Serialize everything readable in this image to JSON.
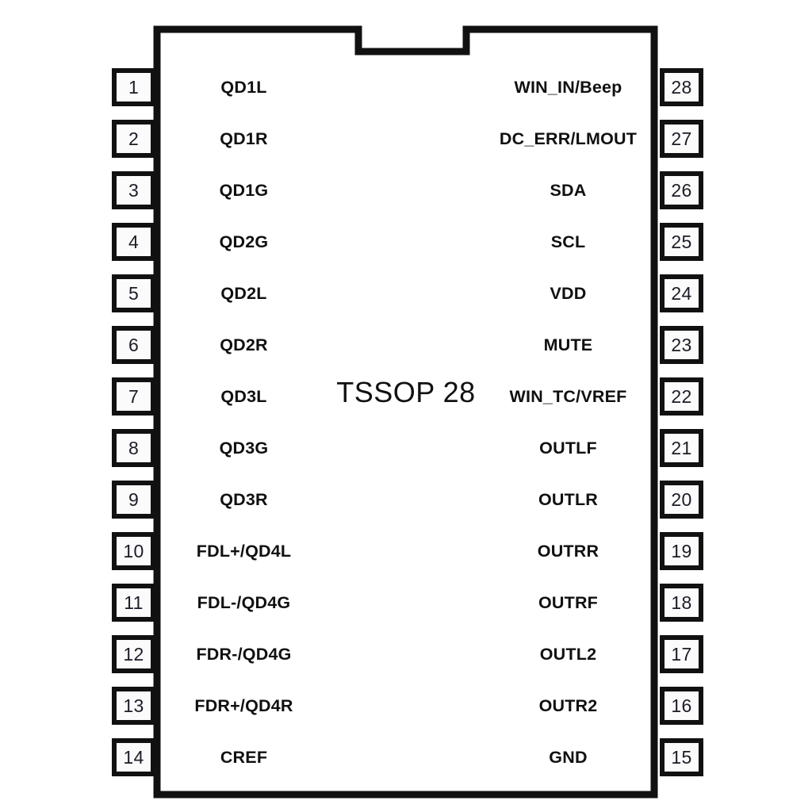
{
  "package": {
    "name": "TSSOP 28",
    "pin_count": 28,
    "body_fill": "#ffffff",
    "outline_color": "#111111",
    "pin_box_fill": "#fbfbfb",
    "background": "#ffffff"
  },
  "left_pins": [
    {
      "number": "1",
      "label": "QD1L"
    },
    {
      "number": "2",
      "label": "QD1R"
    },
    {
      "number": "3",
      "label": "QD1G"
    },
    {
      "number": "4",
      "label": "QD2G"
    },
    {
      "number": "5",
      "label": "QD2L"
    },
    {
      "number": "6",
      "label": "QD2R"
    },
    {
      "number": "7",
      "label": "QD3L"
    },
    {
      "number": "8",
      "label": "QD3G"
    },
    {
      "number": "9",
      "label": "QD3R"
    },
    {
      "number": "10",
      "label": "FDL+/QD4L"
    },
    {
      "number": "11",
      "label": "FDL-/QD4G"
    },
    {
      "number": "12",
      "label": "FDR-/QD4G"
    },
    {
      "number": "13",
      "label": "FDR+/QD4R"
    },
    {
      "number": "14",
      "label": "CREF"
    }
  ],
  "right_pins": [
    {
      "number": "28",
      "label": "WIN_IN/Beep"
    },
    {
      "number": "27",
      "label": "DC_ERR/LMOUT"
    },
    {
      "number": "26",
      "label": "SDA"
    },
    {
      "number": "25",
      "label": "SCL"
    },
    {
      "number": "24",
      "label": "VDD"
    },
    {
      "number": "23",
      "label": "MUTE"
    },
    {
      "number": "22",
      "label": "WIN_TC/VREF"
    },
    {
      "number": "21",
      "label": "OUTLF"
    },
    {
      "number": "20",
      "label": "OUTLR"
    },
    {
      "number": "19",
      "label": "OUTRR"
    },
    {
      "number": "18",
      "label": "OUTRF"
    },
    {
      "number": "17",
      "label": "OUTL2"
    },
    {
      "number": "16",
      "label": "OUTR2"
    },
    {
      "number": "15",
      "label": "GND"
    }
  ]
}
